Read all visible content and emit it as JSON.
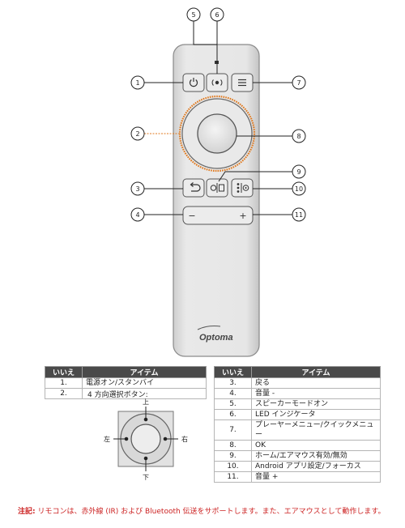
{
  "callouts": {
    "c1": "1",
    "c2": "2",
    "c3": "3",
    "c4": "4",
    "c5": "5",
    "c6": "6",
    "c7": "7",
    "c8": "8",
    "c9": "9",
    "c10": "10",
    "c11": "11"
  },
  "remote": {
    "brand": "Optoma",
    "minus_glyph": "−",
    "plus_glyph": "+"
  },
  "table_left": {
    "headers": [
      "いいえ",
      "アイテム"
    ],
    "rows": [
      {
        "num": "1.",
        "item": "電源オン/スタンバイ"
      },
      {
        "num": "2.",
        "item": "4 方向選択ボタン:"
      }
    ],
    "directions": {
      "up": "上",
      "down": "下",
      "left": "左",
      "right": "右"
    }
  },
  "table_right": {
    "headers": [
      "いいえ",
      "アイテム"
    ],
    "rows": [
      {
        "num": "3.",
        "item": "戻る"
      },
      {
        "num": "4.",
        "item": "音量 -"
      },
      {
        "num": "5.",
        "item": "スピーカーモードオン"
      },
      {
        "num": "6.",
        "item": "LED インジケータ"
      },
      {
        "num": "7.",
        "item": "プレーヤーメニュー/クイックメニュー"
      },
      {
        "num": "8.",
        "item": "OK"
      },
      {
        "num": "9.",
        "item": "ホーム/エアマウス有効/無効"
      },
      {
        "num": "10.",
        "item": "Android アプリ設定/フォーカス"
      },
      {
        "num": "11.",
        "item": "音量 +"
      }
    ]
  },
  "note": {
    "label": "注記:",
    "text": "リモコンは、赤外線 (IR) および Bluetooth 伝送をサポートします。また、エアマウスとして動作します。"
  },
  "colors": {
    "dpad_ring": "#e07a20",
    "callout_line": "#222222",
    "header_bg": "#4a4a4a",
    "note_red": "#cc2222"
  }
}
